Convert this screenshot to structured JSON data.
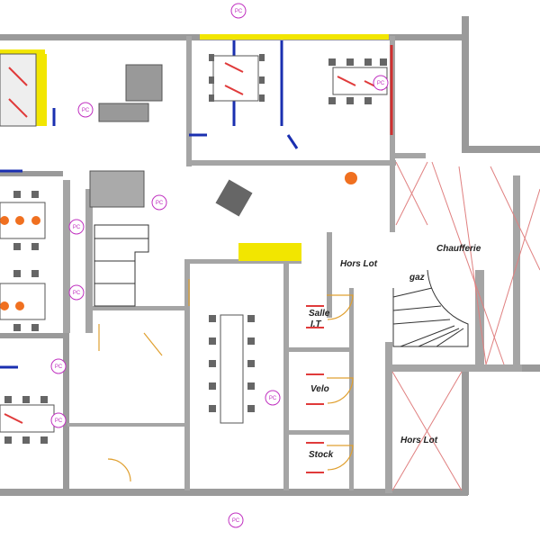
{
  "rooms": {
    "hors_lot_top": "Hors Lot",
    "chaufferie": "Chaufferie",
    "gaz": "gaz",
    "salle_it_1": "Salle",
    "salle_it_2": "I.T",
    "velo": "Velo",
    "stock": "Stock",
    "hors_lot_bottom": "Hors Lot"
  },
  "pc_markers": [
    "PC",
    "PC",
    "PC",
    "PC",
    "PC",
    "PC",
    "PC",
    "PC",
    "PC",
    "PC"
  ],
  "colors": {
    "wall": "#9a9a9a",
    "highlight": "#f2e600",
    "pc": "#c030c0",
    "red_mark": "#e03a3a",
    "blue_wall": "#1a2fb0",
    "door": "#e0a030",
    "cross": "#e08080"
  }
}
